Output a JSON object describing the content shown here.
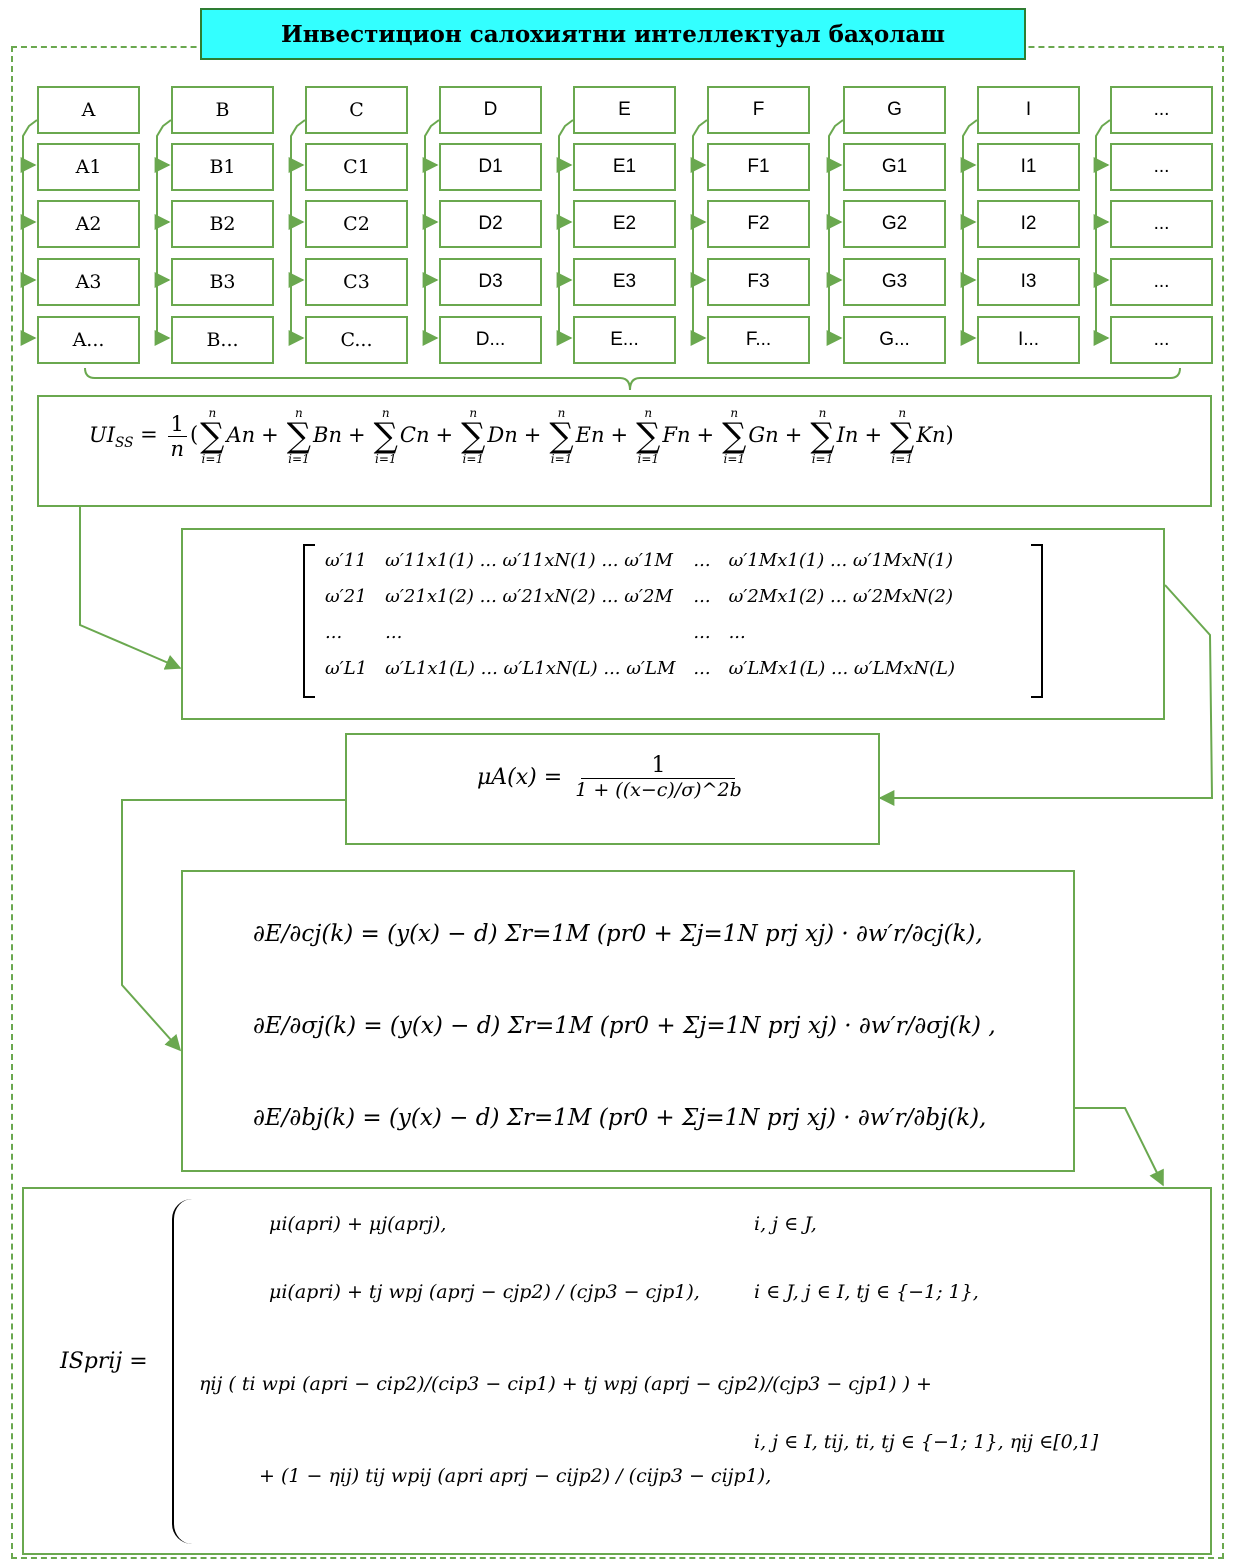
{
  "title": "Инвестицион салохиятни интеллектуал баҳолаш",
  "columns": [
    {
      "id": "A",
      "font": "serif",
      "cells": [
        "A",
        "A1",
        "A2",
        "A3",
        "A..."
      ]
    },
    {
      "id": "B",
      "font": "serif",
      "cells": [
        "B",
        "B1",
        "B2",
        "B3",
        "B..."
      ]
    },
    {
      "id": "C",
      "font": "serif",
      "cells": [
        "C",
        "C1",
        "C2",
        "C3",
        "C..."
      ]
    },
    {
      "id": "D",
      "font": "sans",
      "cells": [
        "D",
        "D1",
        "D2",
        "D3",
        "D..."
      ]
    },
    {
      "id": "E",
      "font": "sans",
      "cells": [
        "E",
        "E1",
        "E2",
        "E3",
        "E..."
      ]
    },
    {
      "id": "F",
      "font": "sans",
      "cells": [
        "F",
        "F1",
        "F2",
        "F3",
        "F..."
      ]
    },
    {
      "id": "G",
      "font": "sans",
      "cells": [
        "G",
        "G1",
        "G2",
        "G3",
        "G..."
      ]
    },
    {
      "id": "I",
      "font": "sans",
      "cells": [
        "I",
        "I1",
        "I2",
        "I3",
        "I..."
      ]
    },
    {
      "id": "K",
      "font": "sans",
      "cells": [
        "...",
        "...",
        "...",
        "...",
        "..."
      ]
    }
  ],
  "formula_ui": {
    "lhs": "UI",
    "lhs_sub": "SS",
    "eq": "=",
    "coef_num": "1",
    "coef_den": "n",
    "open": "(",
    "close": ")",
    "sum_upper": "n",
    "sum_lower": "i=1",
    "plus": "+",
    "terms": [
      "An",
      "Bn",
      "Cn",
      "Dn",
      "En",
      "Fn",
      "Gn",
      "In",
      "Kn"
    ]
  },
  "matrix": {
    "rows": [
      [
        "ω′11",
        "ω′11x1(1) ... ω′11xN(1) ... ω′1M",
        "...",
        "ω′1Mx1(1) ... ω′1MxN(1)"
      ],
      [
        "ω′21",
        "ω′21x1(2) ... ω′21xN(2) ... ω′2M",
        "...",
        "ω′2Mx1(2) ... ω′2MxN(2)"
      ],
      [
        "...",
        "...",
        "...",
        "..."
      ],
      [
        "ω′L1",
        "ω′L1x1(L) ... ω′L1xN(L) ... ω′LM",
        "...",
        "ω′LMx1(L) ... ω′LMxN(L)"
      ]
    ]
  },
  "formula_mu": {
    "lhs": "μA(x) =",
    "num": "1",
    "den": "1 + ((x−c)/σ)^2b"
  },
  "formula_grad": {
    "lines": [
      "∂E/∂cj(k) = (y(x) − d) Σr=1M (pr0 + Σj=1N prj xj) · ∂w′r/∂cj(k),",
      "∂E/∂σj(k) = (y(x) − d) Σr=1M (pr0 + Σj=1N prj xj) · ∂w′r/∂σj(k) ,",
      "∂E/∂bj(k) = (y(x) − d) Σr=1M (pr0 + Σj=1N prj xj) · ∂w′r/∂bj(k),"
    ]
  },
  "formula_is": {
    "lhs": "ISprij =",
    "cases": [
      {
        "expr": "μi(apri) + μj(aprj),",
        "cond": "i, j ∈ J,"
      },
      {
        "expr": "μi(apri) + tj wpj (aprj − cjp2) / (cjp3 − cjp1),",
        "cond": "i ∈ J, j ∈ I, tj ∈ {−1; 1},"
      },
      {
        "expr": "ηij ( ti wpi (apri − cip2)/(cip3 − cip1) + tj wpj (aprj − cjp2)/(cjp3 − cjp1) ) +",
        "cond": ""
      },
      {
        "expr": "+ (1 − ηij) tij wpij (apri aprj − cijp2) / (cijp3 − cijp1),",
        "cond": "i, j ∈ I, tij, ti, tj ∈ {−1; 1}, ηij ∈[0,1]"
      }
    ]
  },
  "colors": {
    "frame": "#6aa84f",
    "title_bg": "#33ffff",
    "arrow": "#6aa84f"
  }
}
